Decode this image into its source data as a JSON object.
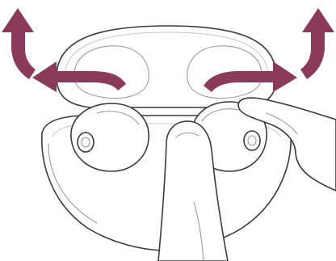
{
  "illustration": {
    "subject": "earbuds-removal-from-charging-case",
    "accent_color": "#8b3a5c",
    "line_color": "#3a3a3a",
    "arrows": [
      {
        "name": "lift-up-arrow-left",
        "direction": "up"
      },
      {
        "name": "pull-out-arrow-left",
        "direction": "left"
      },
      {
        "name": "pull-out-arrow-right",
        "direction": "right"
      },
      {
        "name": "lift-up-arrow-right",
        "direction": "up"
      }
    ]
  }
}
